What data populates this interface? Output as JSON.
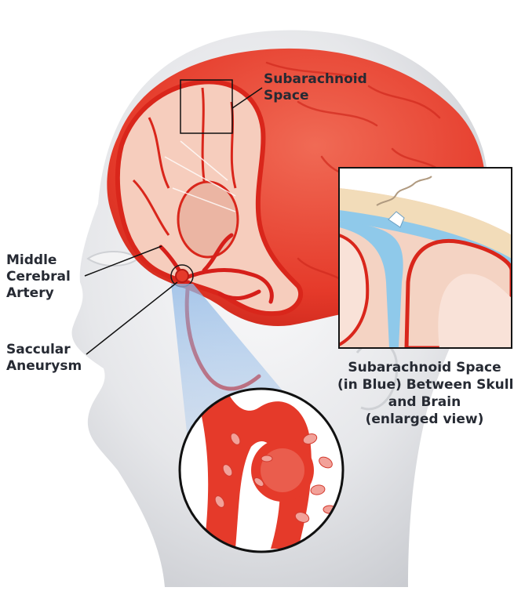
{
  "labels": {
    "subarachnoid_space": "Subarachnoid\nSpace",
    "middle_cerebral_artery": "Middle\nCerebral\nArtery",
    "saccular_aneurysm": "Saccular\nAneurysm",
    "inset_caption": "Subarachnoid Space\n(in Blue) Between Skull\nand Brain\n(enlarged view)"
  },
  "colors": {
    "brain_red": "#e8402f",
    "brain_dark_red": "#c81e1a",
    "brain_pink": "#f6cdbd",
    "csf_blue": "#8fc9ea",
    "skull_beige": "#f2dcb9",
    "head_gray": "#e7e8ea",
    "label_text": "#262a33"
  }
}
